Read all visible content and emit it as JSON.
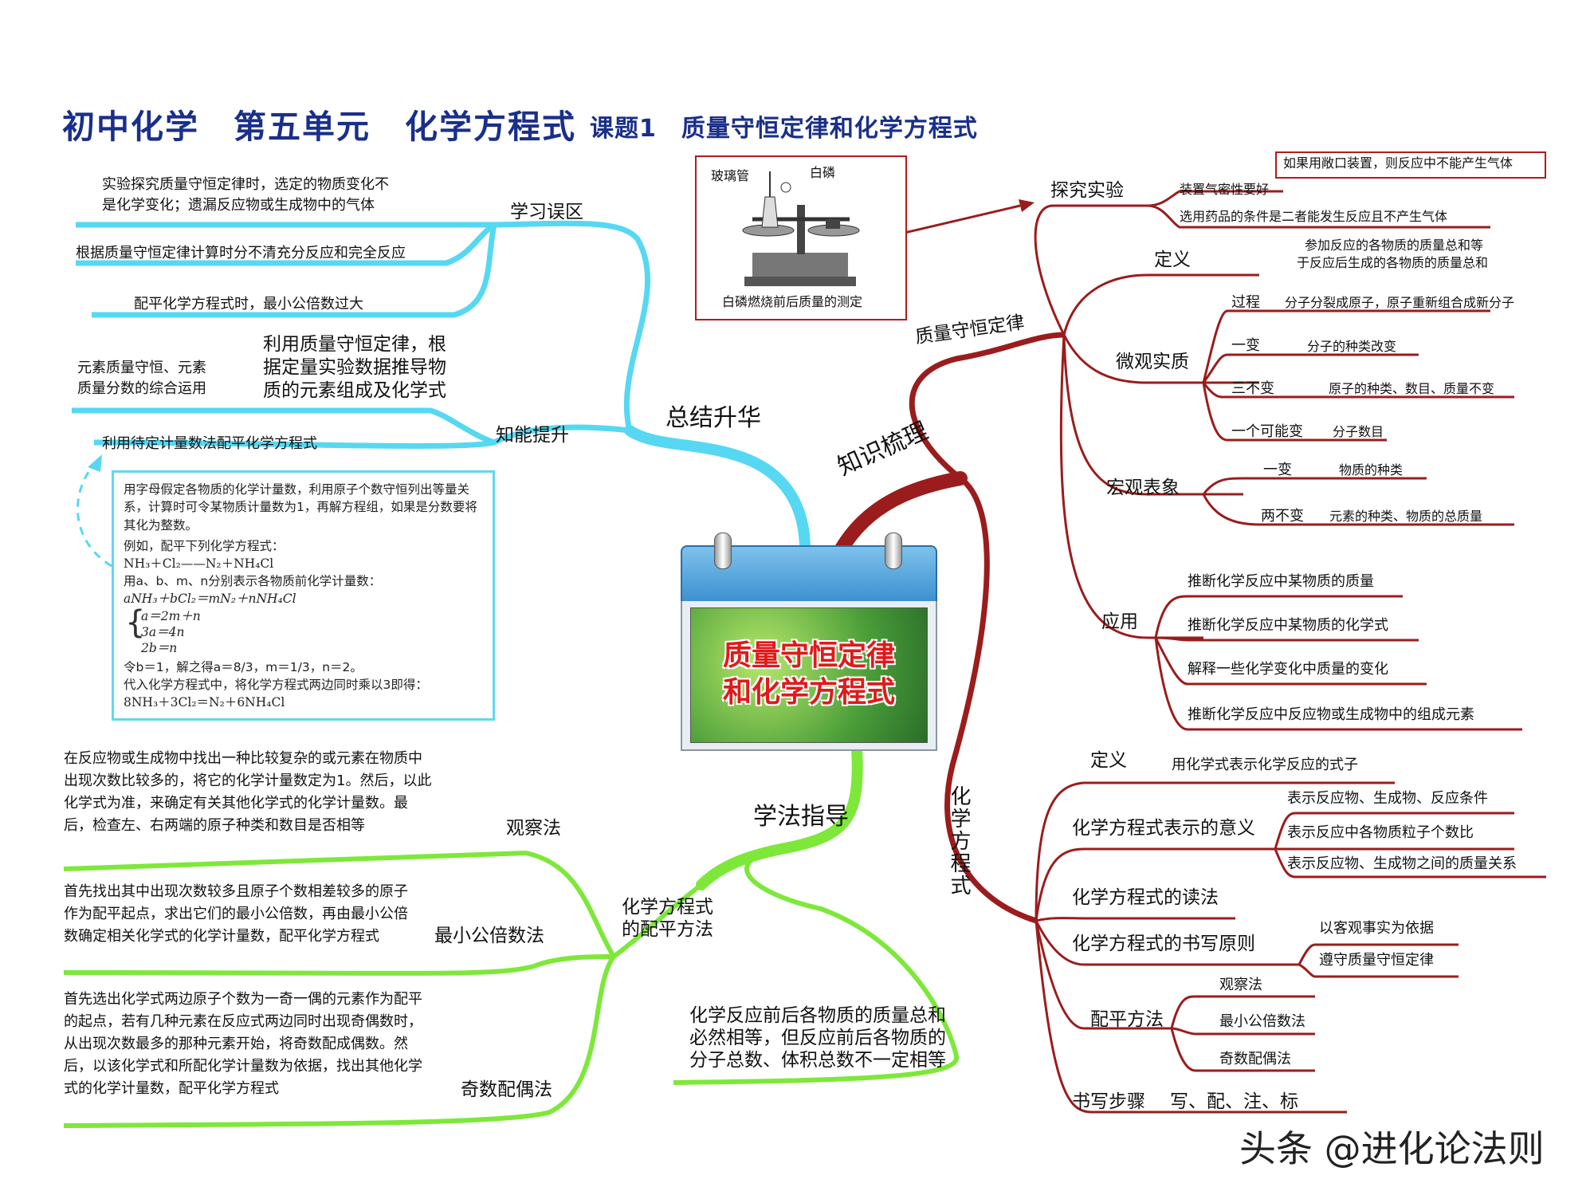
{
  "header": {
    "title_main": "初中化学　第五单元　化学方程式",
    "title_sub": "课题1　质量守恒定律和化学方程式"
  },
  "center": {
    "calendar_title_line1": "质量守恒定律",
    "calendar_title_line2": "和化学方程式"
  },
  "experiment_box": {
    "label_tube": "玻璃管",
    "label_phosphorus": "白磷",
    "caption": "白磷燃烧前后质量的测定"
  },
  "branches": {
    "knowledge": "知识梳理",
    "summary": "总结升华",
    "method": "学法指导"
  },
  "conservation": {
    "title": "质量守恒定律",
    "experiment": {
      "label": "探究实验",
      "item1": "装置气密性要好",
      "item1_note": "如果用敞口装置，则反应中不能产生气体",
      "item2": "选用药品的条件是二者能发生反应且不产生气体"
    },
    "definition": {
      "label": "定义",
      "text_line1": "参加反应的各物质的质量总和等",
      "text_line2": "于反应后生成的各物质的质量总和"
    },
    "micro": {
      "label": "微观实质",
      "process_label": "过程",
      "process_text": "分子分裂成原子，原子重新组合成新分子",
      "change_label": "一变",
      "change_text": "分子的种类改变",
      "constant_label": "三不变",
      "constant_text": "原子的种类、数目、质量不变",
      "maybe_label": "一个可能变",
      "maybe_text": "分子数目"
    },
    "macro": {
      "label": "宏观表象",
      "change_label": "一变",
      "change_text": "物质的种类",
      "constant_label": "两不变",
      "constant_text": "元素的种类、物质的总质量"
    },
    "application": {
      "label": "应用",
      "items": [
        "推断化学反应中某物质的质量",
        "推断化学反应中某物质的化学式",
        "解释一些化学变化中质量的变化",
        "推断化学反应中反应物或生成物中的组成元素"
      ]
    }
  },
  "equation": {
    "title": "化学方程式",
    "definition_label": "定义",
    "definition_text": "用化学式表示化学反应的式子",
    "meaning_label": "化学方程式表示的意义",
    "meaning_items": [
      "表示反应物、生成物、反应条件",
      "表示反应中各物质粒子个数比",
      "表示反应物、生成物之间的质量关系"
    ],
    "reading": "化学方程式的读法",
    "principle_label": "化学方程式的书写原则",
    "principle_items": [
      "以客观事实为依据",
      "遵守质量守恒定律"
    ],
    "balance_label": "配平方法",
    "balance_items": [
      "观察法",
      "最小公倍数法",
      "奇数配偶法"
    ],
    "steps_label": "书写步骤",
    "steps_text": "写、配、注、标"
  },
  "summary": {
    "mistakes_label": "学习误区",
    "mistake1_line1": "实验探究质量守恒定律时，选定的物质变化不",
    "mistake1_line2": "是化学变化；遗漏反应物或生成物中的气体",
    "mistake2": "根据质量守恒定律计算时分不清充分反应和完全反应",
    "mistake3": "配平化学方程式时，最小公倍数过大",
    "ability_label": "知能提升",
    "ability1_line1": "元素质量守恒、元素",
    "ability1_line2": "质量分数的综合运用",
    "ability1_desc_line1": "利用质量守恒定律，根",
    "ability1_desc_line2": "据定量实验数据推导物",
    "ability1_desc_line3": "质的元素组成及化学式",
    "ability2": "利用待定计量数法配平化学方程式",
    "example": {
      "p1": "用字母假定各物质的化学计量数，利用原子个数守恒列出等量关系，计算时可令某物质计量数为1，再解方程组，如果是分数要将其化为整数。",
      "p2": "例如，配平下列化学方程式：",
      "p3": "NH₃＋Cl₂——N₂＋NH₄Cl",
      "p4": "用a、b、m、n分别表示各物质前化学计量数：",
      "p5": "aNH₃＋bCl₂＝mN₂＋nNH₄Cl",
      "eq1": "a＝2m＋n",
      "eq2": "3a＝4n",
      "eq3": "2b＝n",
      "p6": "令b＝1，解之得a＝8/3，m＝1/3，n＝2。",
      "p7": "代入化学方程式中，将化学方程式两边同时乘以3即得：",
      "p8": "8NH₃＋3Cl₂＝N₂＋6NH₄Cl"
    }
  },
  "method": {
    "balance_title_line1": "化学方程式",
    "balance_title_line2": "的配平方法",
    "observe_label": "观察法",
    "observe_text": "在反应物或生成物中找出一种比较复杂的或元素在物质中出现次数比较多的，将它的化学计量数定为1。然后，以此化学式为准，来确定有关其他化学式的化学计量数。最后，检查左、右两端的原子种类和数目是否相等",
    "lcm_label": "最小公倍数法",
    "lcm_text": "首先找出其中出现次数较多且原子个数相差较多的原子作为配平起点，求出它们的最小公倍数，再由最小公倍数确定相关化学式的化学计量数，配平化学方程式",
    "odd_label": "奇数配偶法",
    "odd_text": "首先选出化学式两边原子个数为一奇一偶的元素作为配平的起点，若有几种元素在反应式两边同时出现奇偶数时，从出现次数最多的那种元素开始，将奇数配成偶数。然后，以该化学式和所配化学计量数为依据，找出其他化学式的化学计量数，配平化学方程式",
    "note_line1": "化学反应前后各物质的质量总和",
    "note_line2": "必然相等，但反应前后各物质的",
    "note_line3": "分子总数、体积总数不一定相等"
  },
  "watermark": "头条 @进化论法则",
  "colors": {
    "red": "#a31d1d",
    "cyan": "#56d8f2",
    "green": "#7de83a",
    "title": "#1a2f8a"
  }
}
